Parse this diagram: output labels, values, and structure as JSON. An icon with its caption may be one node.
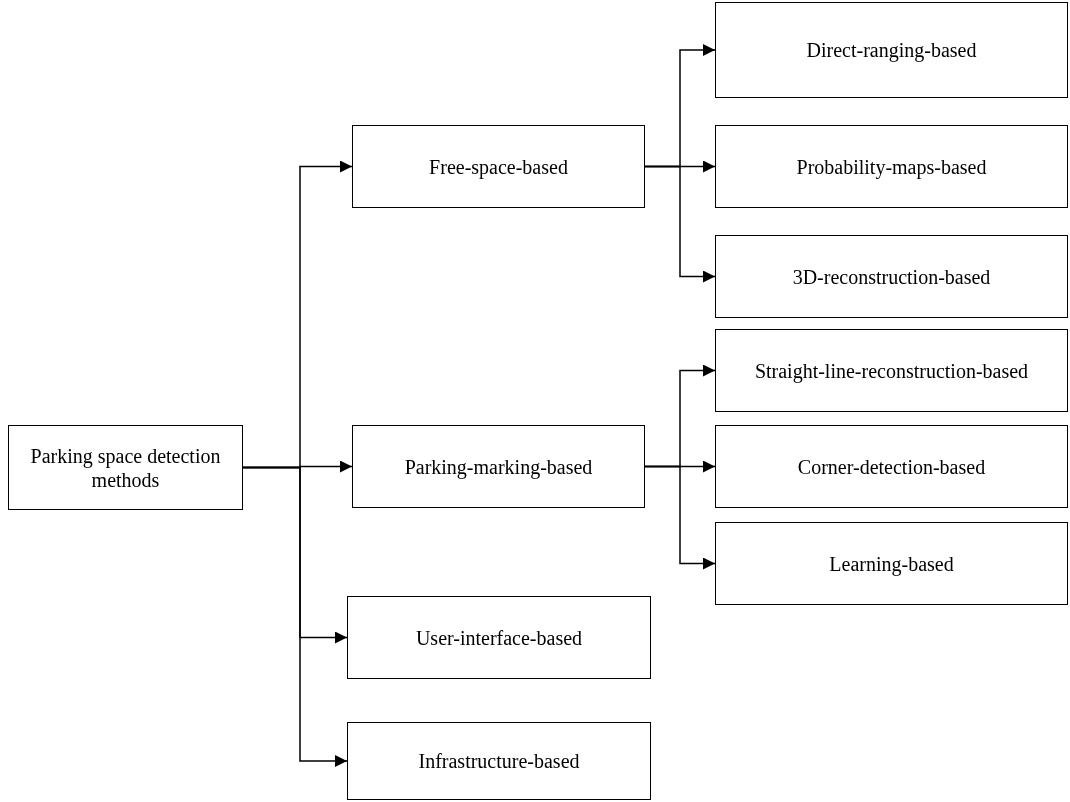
{
  "diagram": {
    "nodes": [
      {
        "text": [
          "Parking space detection methods"
        ]
      },
      {
        "text": [
          "Free-space-based"
        ]
      },
      {
        "text": [
          "Parking-marking-based"
        ]
      },
      {
        "text": [
          "User-interface-based"
        ]
      },
      {
        "text": [
          "Infrastructure-based"
        ]
      },
      {
        "text": [
          "Direct-ranging-based"
        ]
      },
      {
        "text": [
          "Probability-maps-based"
        ]
      },
      {
        "text": [
          "3D-reconstruction-based"
        ]
      },
      {
        "text": [
          "Straight-line-reconstruction-based"
        ]
      },
      {
        "text": [
          "Corner-detection-based"
        ]
      },
      {
        "text": [
          "Learning-based"
        ]
      }
    ],
    "edges": [
      {
        "from": 0,
        "to": 1,
        "arrow": "to"
      },
      {
        "from": 0,
        "to": 2,
        "arrow": "to"
      },
      {
        "from": 0,
        "to": 3,
        "arrow": "to"
      },
      {
        "from": 0,
        "to": 4,
        "arrow": "to"
      },
      {
        "from": 1,
        "to": 5,
        "arrow": "to"
      },
      {
        "from": 1,
        "to": 6,
        "arrow": "to"
      },
      {
        "from": 1,
        "to": 7,
        "arrow": "to"
      },
      {
        "from": 2,
        "to": 8,
        "arrow": "to"
      },
      {
        "from": 2,
        "to": 9,
        "arrow": "to"
      },
      {
        "from": 2,
        "to": 10,
        "arrow": "to"
      }
    ]
  }
}
